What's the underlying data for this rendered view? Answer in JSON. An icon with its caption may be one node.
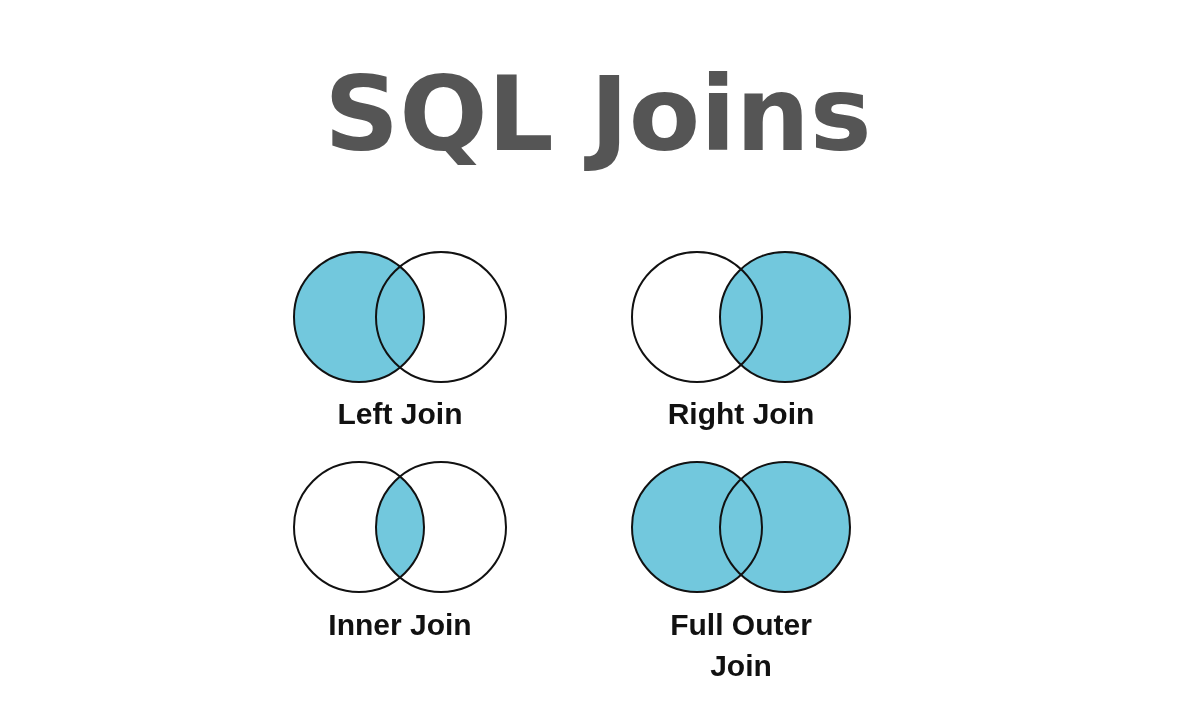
{
  "diagram": {
    "title": "SQL Joins",
    "labels": [
      "Left Join",
      "Right Join",
      "Inner Join",
      "Full Outer Join"
    ]
  }
}
